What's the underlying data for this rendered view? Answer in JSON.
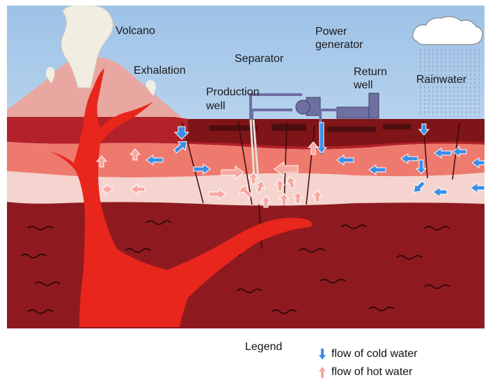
{
  "labels": {
    "volcano": "Volcano",
    "exhalation": "Exhalation",
    "separator": "Separator",
    "power_generator_1": "Power",
    "power_generator_2": "generator",
    "production_well_1": "Production",
    "production_well_2": "well",
    "return_well_1": "Return",
    "return_well_2": "well",
    "rainwater": "Rainwater"
  },
  "legend": {
    "title": "Legend",
    "cold": {
      "label": "flow of cold water",
      "color": "#3b8ee8"
    },
    "hot": {
      "label": "flow of hot water",
      "color": "#f7a8a0"
    }
  },
  "colors": {
    "sky": "#a6c8e8",
    "magma": "#e8261c",
    "deep_rock": "#8e1a1f"
  }
}
